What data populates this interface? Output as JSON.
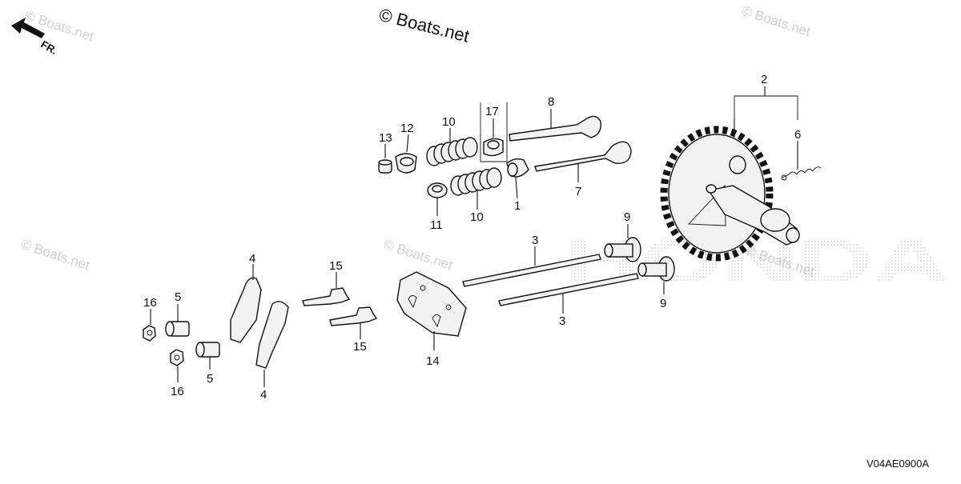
{
  "header": {
    "copyright": "© Boats.net",
    "front_marker": "FR."
  },
  "watermarks": [
    "© Boats.net",
    "© Boats.net",
    "© Boats.net",
    "© Boats.net",
    "© Boats.net"
  ],
  "brand_logo": "HONDA",
  "diagram_code": "V04AE0900A",
  "callouts": {
    "c1": "1",
    "c2": "2",
    "c3a": "3",
    "c3b": "3",
    "c4a": "4",
    "c4b": "4",
    "c5a": "5",
    "c5b": "5",
    "c6": "6",
    "c7": "7",
    "c8": "8",
    "c9a": "9",
    "c9b": "9",
    "c10a": "10",
    "c10b": "10",
    "c11": "11",
    "c12": "12",
    "c13": "13",
    "c14": "14",
    "c15a": "15",
    "c15b": "15",
    "c16a": "16",
    "c16b": "16",
    "c17": "17"
  }
}
